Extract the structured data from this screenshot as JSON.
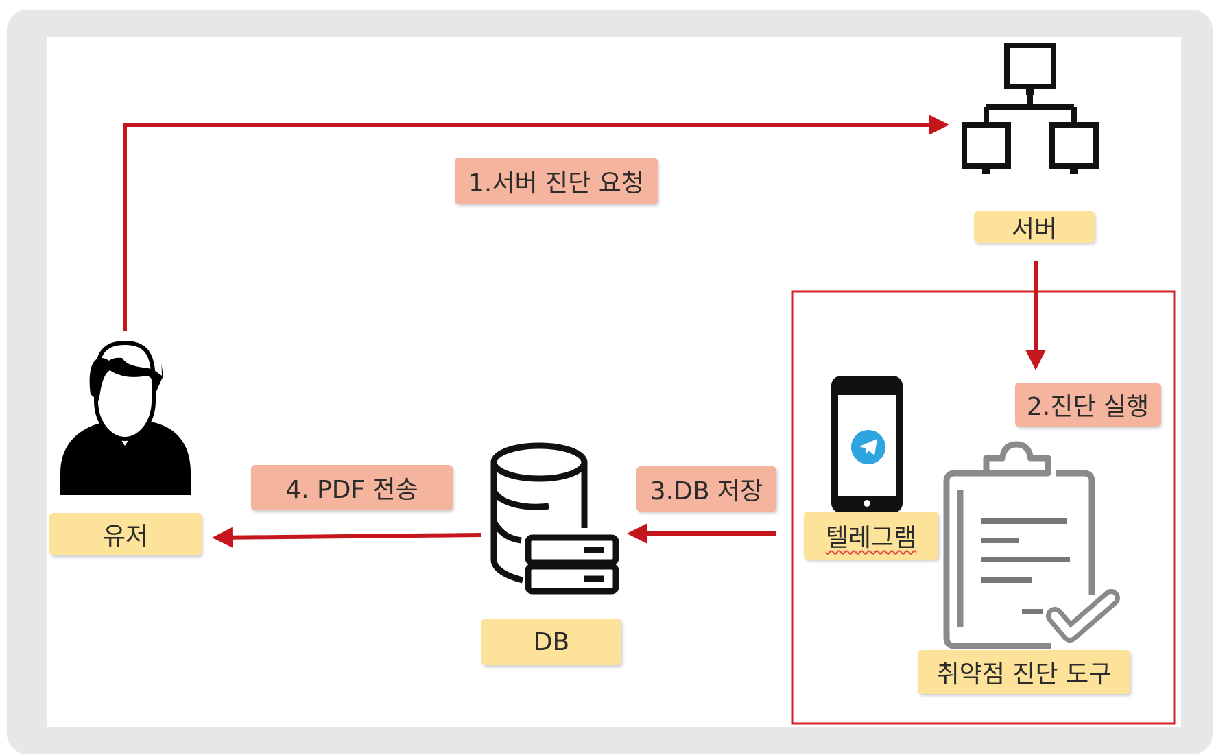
{
  "nodes": {
    "user": "유저",
    "server": "서버",
    "db": "DB",
    "telegram": "텔레그램",
    "scanner": "취약점 진단 도구"
  },
  "steps": {
    "step1": "1.서버 진단 요청",
    "step2": "2.진단 실행",
    "step3": "3.DB 저장",
    "step4": "4. PDF 전송"
  },
  "colors": {
    "arrow": "#c4161c",
    "step_box": "#f4b49e",
    "node_box": "#fde29a",
    "group_border": "#d32027"
  },
  "icons": [
    "user-icon",
    "server-network-icon",
    "database-icon",
    "smartphone-icon",
    "telegram-icon",
    "clipboard-check-icon"
  ]
}
